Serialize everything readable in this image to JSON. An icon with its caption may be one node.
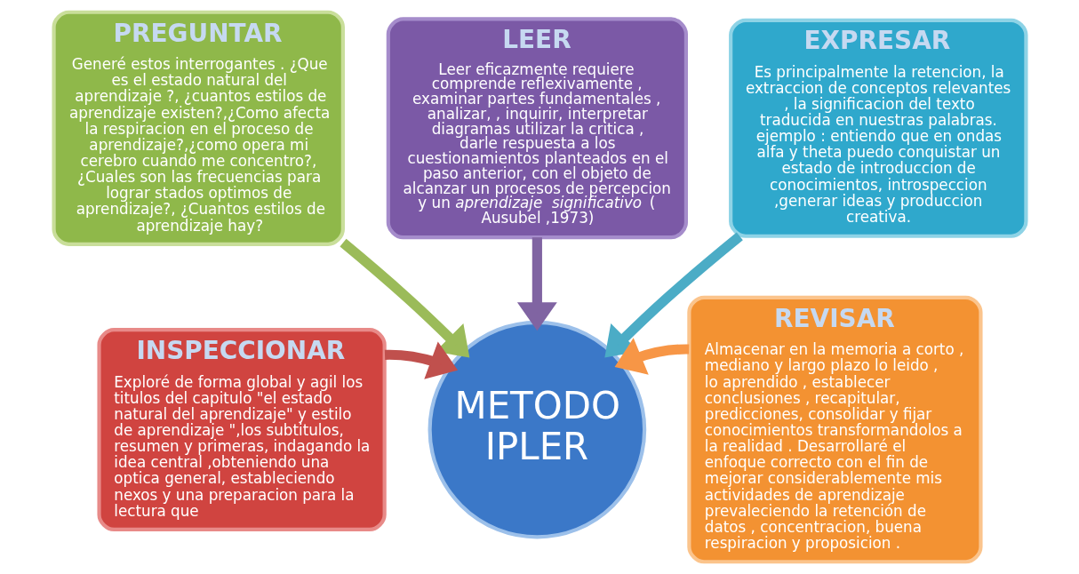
{
  "diagram": {
    "nodes": [
      {
        "text": [
          "PREGUNTAR",
          "Generé  estos interrogantes . ¿Que es el estado natural del aprendizaje ?, ¿cuantos estilos de aprendizaje existen?,¿Como afecta la respiracion en el proceso de aprendizaje?,¿como opera mi cerebro cuando me concentro?, ¿Cuales son las frecuencias para lograr stados optimos de aprendizaje?, ¿Cuantos estilos de aprendizaje  hay?"
        ]
      },
      {
        "text": [
          "LEER",
          "Leer eficazmente requiere comprende reflexivamente , examinar partes fundamentales , analizar, , inquirir, interpretar diagramas utilizar la critica , darle respuesta a los cuestionamientos planteados en el paso anterior,  con el objeto de alcanzar un procesos de percepcion y un *aprendizaje significativo*  ( Ausubel ,1973)"
        ]
      },
      {
        "text": [
          "EXPRESAR",
          "Es principalmente la retencion, la extraccion de conceptos relevantes ,  la significacion  del texto traducida en nuestras palabras. ejemplo : entiendo que en ondas alfa y theta puedo conquistar un estado de introduccion  de conocimientos, introspeccion ,generar ideas  y produccion creativa."
        ]
      },
      {
        "text": [
          "INSPECCIONAR",
          "Exploré de forma global y agil los titulos  del capitulo \"el estado natural del aprendizaje\" y estilo de aprendizaje \",los subtitulos, resumen y primeras,  indagando la idea central ,obteniendo una optica general, estableciendo nexos  y una preparacion para la lectura que"
        ]
      },
      {
        "text": [
          "METODO IPLER"
        ]
      },
      {
        "text": [
          "REVISAR",
          "Almacenar  en la memoria a corto , mediano y largo plazo lo leido , lo aprendido , establecer conclusiones , recapitular, predicciones, consolidar y fijar  conocimientos transformandolos a la realidad . Desarrollaré el enfoque correcto con el fin de mejorar considerablemente mis actividades de aprendizaje prevaleciendo la retención de datos ,  concentracion, buena respiracion y proposicion ."
        ]
      }
    ],
    "edges": [
      {
        "from": 0,
        "to": 4,
        "arrow": "to",
        "color": "#9bbb59"
      },
      {
        "from": 1,
        "to": 4,
        "arrow": "to",
        "color": "#8064a2"
      },
      {
        "from": 2,
        "to": 4,
        "arrow": "to",
        "color": "#4bacc6"
      },
      {
        "from": 3,
        "to": 4,
        "arrow": "to",
        "color": "#c0504d"
      },
      {
        "from": 5,
        "to": 4,
        "arrow": "to",
        "color": "#f79646"
      }
    ]
  }
}
